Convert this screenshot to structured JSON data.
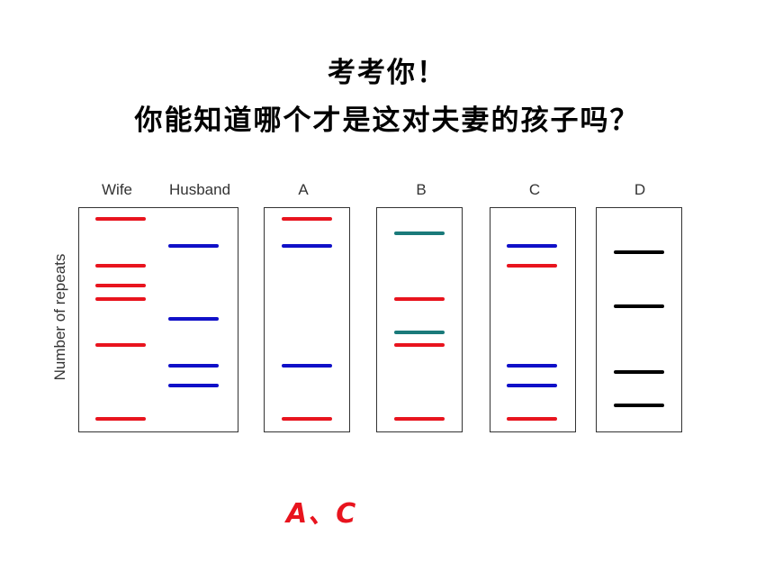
{
  "slide": {
    "title_line1": "考考你！",
    "title_line2": "你能知道哪个才是这对夫妻的孩子吗？",
    "answer": "A、C"
  },
  "diagram": {
    "ylabel": "Number of repeats",
    "colors": {
      "red": "#e8141e",
      "blue": "#1010c8",
      "teal": "#1a7a7a",
      "black": "#000000"
    },
    "lanes": [
      {
        "label": "Wife",
        "bands": [
          "red",
          "red",
          "red",
          "red",
          "red",
          "red"
        ]
      },
      {
        "label": "Husband",
        "bands": [
          "blue",
          "blue",
          "blue",
          "blue"
        ]
      },
      {
        "label": "A",
        "bands": [
          "red",
          "blue",
          "blue",
          "red"
        ]
      },
      {
        "label": "B",
        "bands": [
          "teal",
          "red",
          "teal",
          "red",
          "red"
        ]
      },
      {
        "label": "C",
        "bands": [
          "blue",
          "red",
          "blue",
          "blue",
          "red"
        ]
      },
      {
        "label": "D",
        "bands": [
          "black",
          "black",
          "black",
          "black"
        ]
      }
    ]
  }
}
